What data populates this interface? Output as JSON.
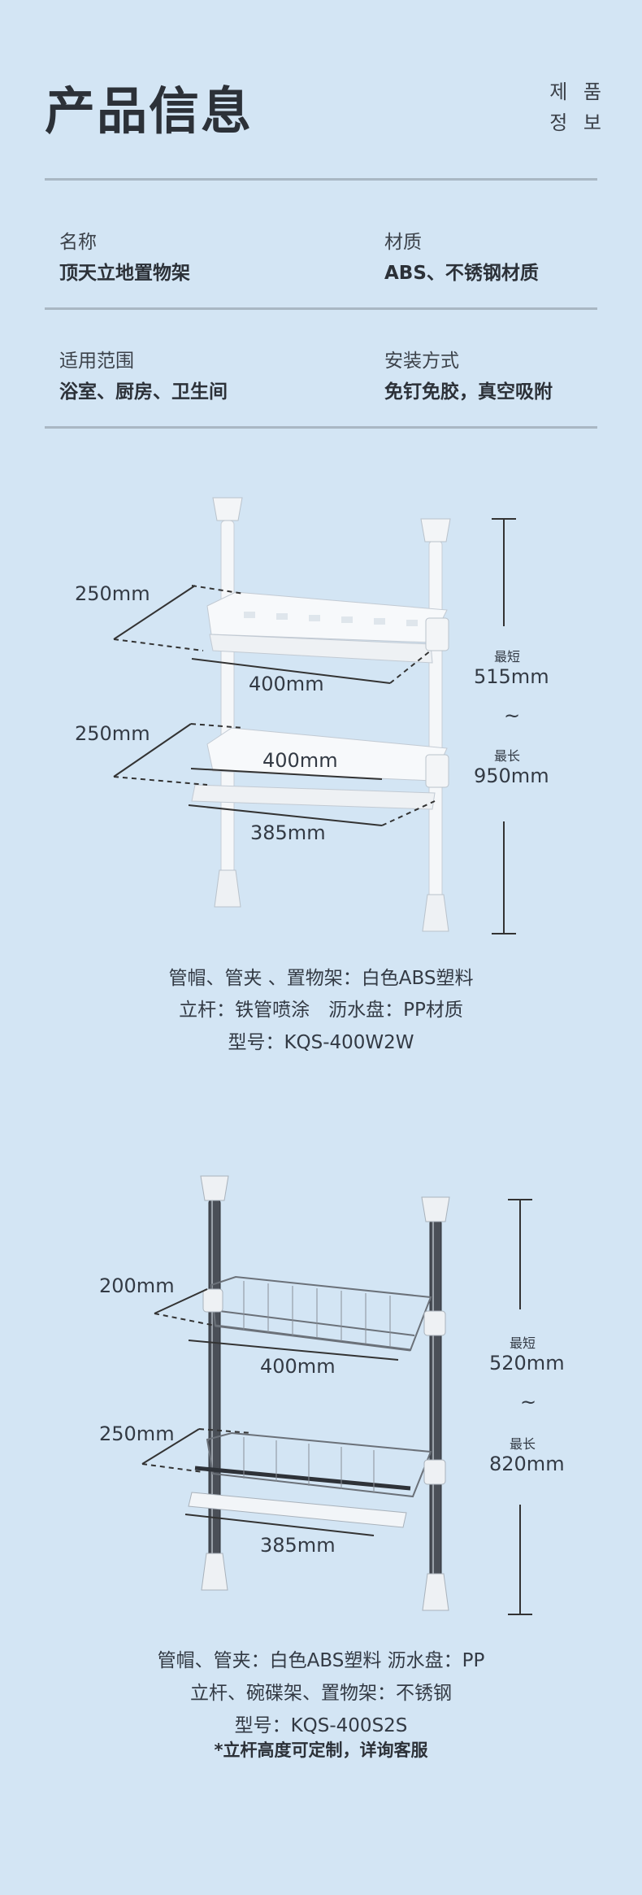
{
  "header": {
    "title": "产品信息",
    "side_line1": "제 품",
    "side_line2": "정 보"
  },
  "info": [
    {
      "label": "名称",
      "value": "顶天立地置物架"
    },
    {
      "label": "材质",
      "value": "ABS、不锈钢材质"
    },
    {
      "label": "适用范围",
      "value": "浴室、厨房、卫生间"
    },
    {
      "label": "安装方式",
      "value": "免钉免胶，真空吸附"
    }
  ],
  "product1": {
    "shelf_top_depth": "250mm",
    "shelf_top_width": "400mm",
    "shelf_bottom_depth": "250mm",
    "shelf_bottom_width": "400mm",
    "tray_width": "385mm",
    "min_label": "最短",
    "min_value": "515mm",
    "tilde": "~",
    "max_label": "最长",
    "max_value": "950mm",
    "captions": [
      "管帽、管夹 、置物架：白色ABS塑料",
      "立杆：铁管喷涂　沥水盘：PP材质",
      "型号：KQS-400W2W"
    ],
    "colors": {
      "pole": "#f5f7f9",
      "shelf": "#f7f9fb"
    }
  },
  "product2": {
    "shelf_top_depth": "200mm",
    "shelf_top_width": "400mm",
    "shelf_bottom_depth": "250mm",
    "tray_width": "385mm",
    "min_label": "最短",
    "min_value": "520mm",
    "tilde": "~",
    "max_label": "最长",
    "max_value": "820mm",
    "captions": [
      "管帽、管夹：白色ABS塑料 沥水盘：PP",
      "立杆、碗碟架、置物架：不锈钢",
      "型号：KQS-400S2S"
    ],
    "note": "*立杆高度可定制，详询客服",
    "colors": {
      "pole": "#4a4f57",
      "cap": "#eef1f4"
    }
  }
}
